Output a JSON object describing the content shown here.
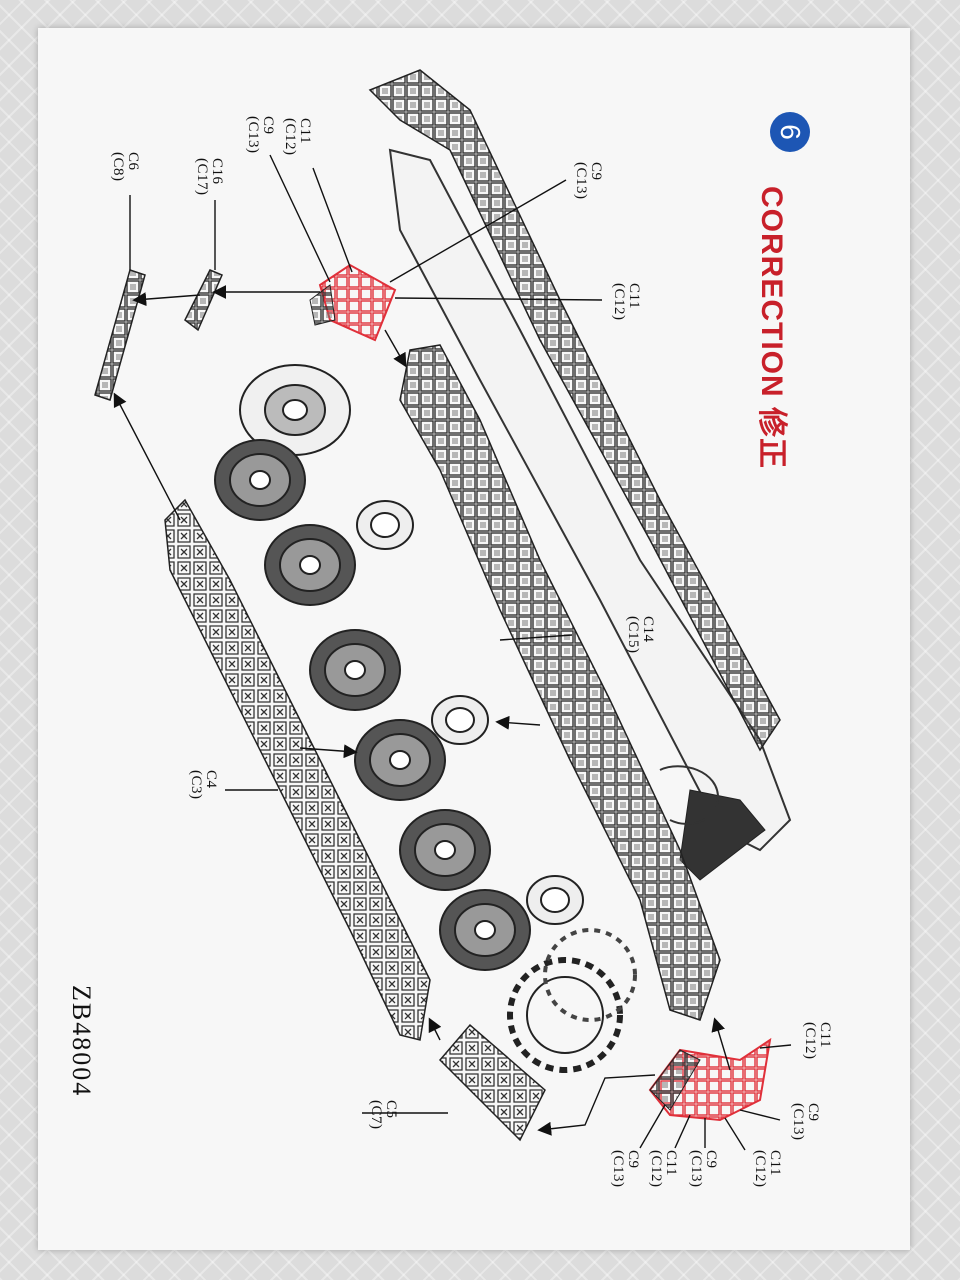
{
  "step": {
    "number": "6",
    "circle_color": "#1d56b4"
  },
  "header": {
    "correction_text": "CORRECTION 修正",
    "accent_color": "#c8202a"
  },
  "code": "ZB48004",
  "labels": {
    "top_c9_c13": "C9\n(C13)",
    "top_c11_c12_right": "C11\n(C12)",
    "top_c11_c12_left": "C11\n(C12)",
    "top_c9_c13_left": "C9\n(C13)",
    "c16_c17": "C16\n(C17)",
    "c6_c8": "C6\n(C8)",
    "c14_c15": "C14\n(C15)",
    "c4_c3": "C4\n(C3)",
    "c5_c7": "C5\n(C7)",
    "bottom_c11_c12_a": "C11\n(C12)",
    "bottom_c9_c13_a": "C9\n(C13)",
    "bottom_c9_c13_b": "C9\n(C13)",
    "bottom_c11_c12_b": "C11\n(C12)",
    "bottom_c9_c13_c": "C9\n(C13)",
    "bottom_c11_c12_c": "C11\n(C12)"
  }
}
